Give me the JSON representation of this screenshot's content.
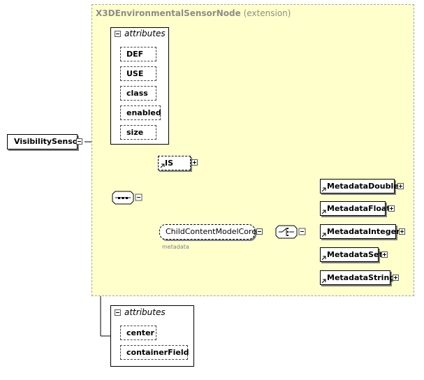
{
  "extension": {
    "name": "X3DEnvironmentalSensorNode",
    "suffix": "(extension)"
  },
  "root": {
    "label": "VisibilitySensor"
  },
  "attributes_top": {
    "heading": "attributes",
    "items": [
      "DEF",
      "USE",
      "class",
      "enabled",
      "size"
    ]
  },
  "attributes_bottom": {
    "heading": "attributes",
    "items": [
      "center",
      "containerField"
    ]
  },
  "choice": {
    "is_label": "IS",
    "group_label": "ChildContentModelCore",
    "group_note": "metadata"
  },
  "metadata_children": [
    "MetadataDouble",
    "MetadataFloat",
    "MetadataInteger",
    "MetadataSet",
    "MetadataString"
  ],
  "colors": {
    "extension_bg": "#ffffcc",
    "line": "#000000",
    "note": "#808080"
  }
}
